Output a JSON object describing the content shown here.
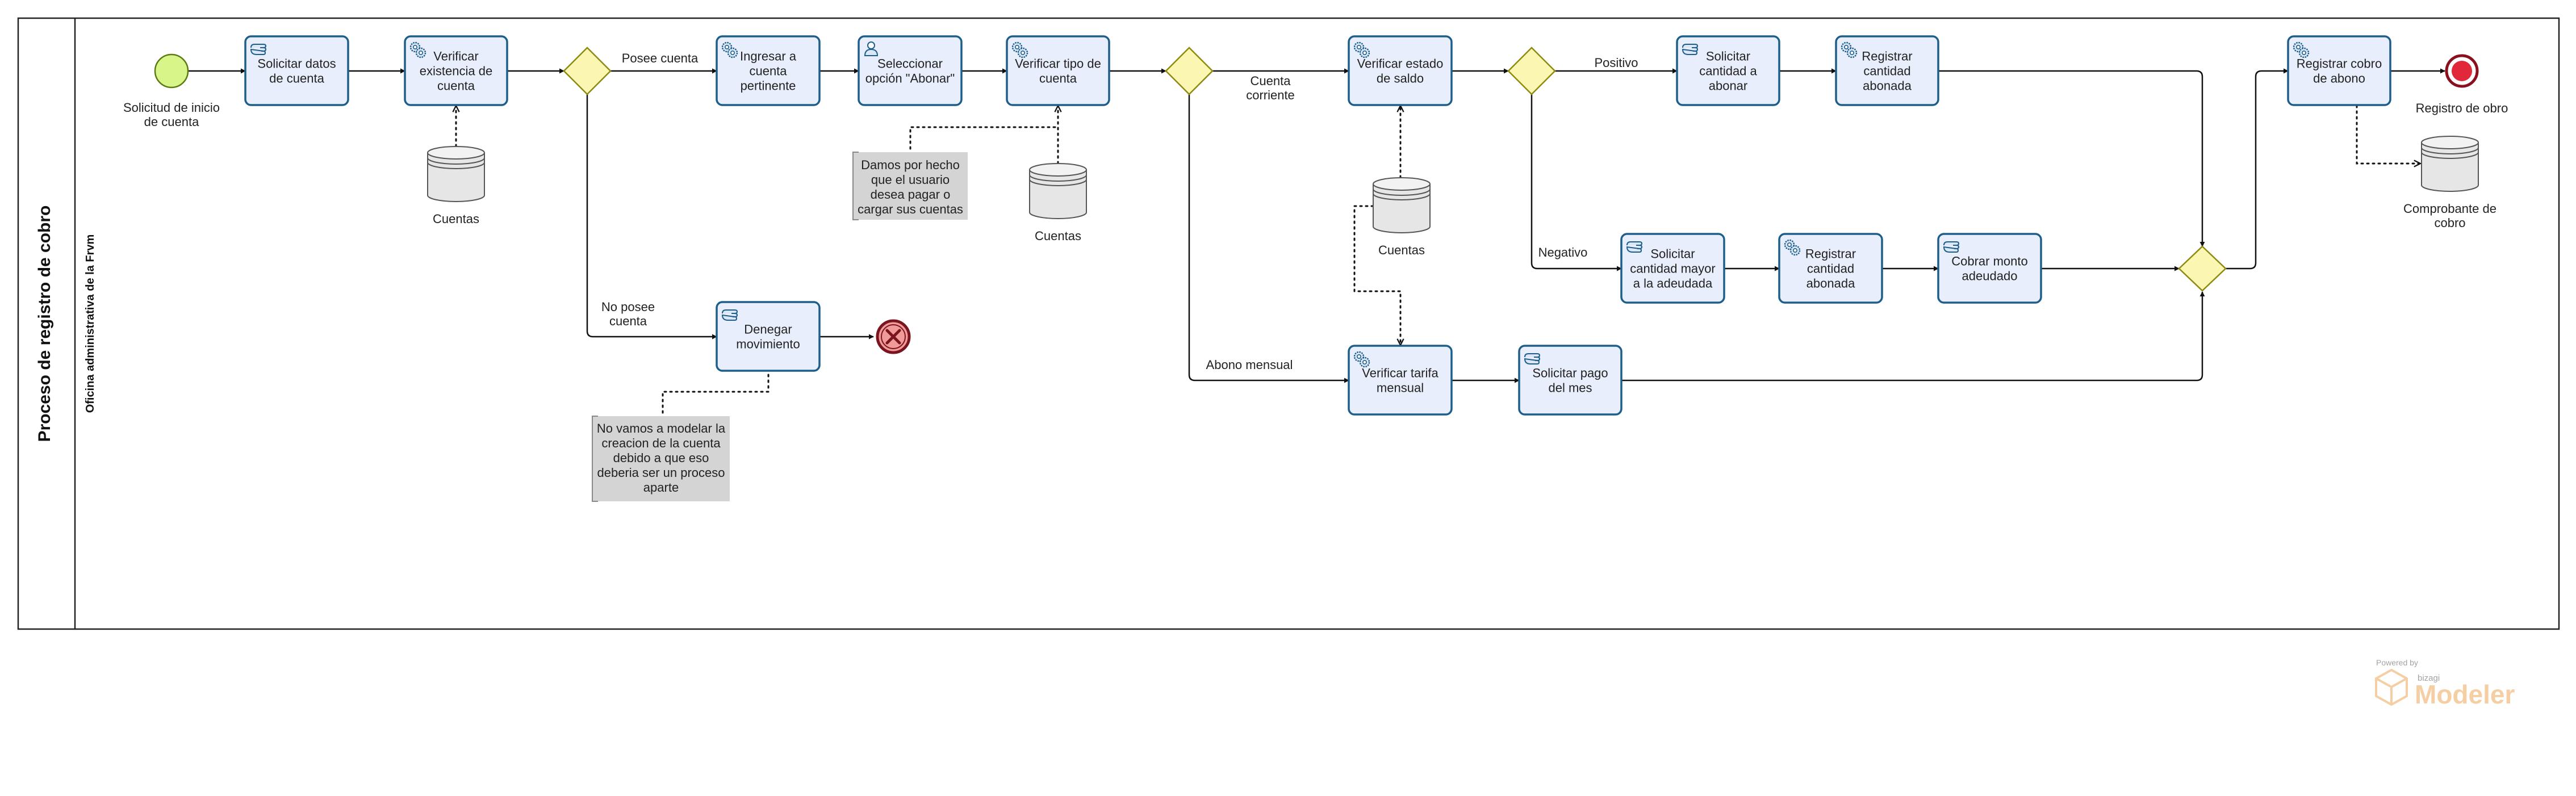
{
  "pool": {
    "label": "Proceso de registro de cobro"
  },
  "lane": {
    "label": "Oficina administrativa de la Frvm"
  },
  "events": {
    "start": [
      "Solicitud de inicio",
      "de cuenta"
    ],
    "end_ok": [
      "Registro de obro"
    ]
  },
  "tasks": {
    "solicitar_datos": [
      "Solicitar datos",
      "de cuenta"
    ],
    "verificar_existencia": [
      "Verificar",
      "existencia de",
      "cuenta"
    ],
    "ingresar_cuenta": [
      "Ingresar a",
      "cuenta",
      "pertinente"
    ],
    "seleccionar_opcion": [
      "Seleccionar",
      "opción \"Abonar\""
    ],
    "verificar_tipo": [
      "Verificar tipo de",
      "cuenta"
    ],
    "denegar": [
      "Denegar",
      "movimiento"
    ],
    "verificar_saldo": [
      "Verificar estado",
      "de saldo"
    ],
    "solicitar_cantidad": [
      "Solicitar",
      "cantidad a",
      "abonar"
    ],
    "registrar_cantidad_1": [
      "Registrar",
      "cantidad",
      "abonada"
    ],
    "solicitar_mayor": [
      "Solicitar",
      "cantidad mayor",
      "a la adeudada"
    ],
    "registrar_cantidad_2": [
      "Registrar",
      "cantidad",
      "abonada"
    ],
    "cobrar_monto": [
      "Cobrar monto",
      "adeudado"
    ],
    "verificar_tarifa": [
      "Verificar tarifa",
      "mensual"
    ],
    "solicitar_pago": [
      "Solicitar pago",
      "del mes"
    ],
    "registrar_cobro": [
      "Registrar cobro",
      "de abono"
    ]
  },
  "data_stores": {
    "cuentas_1": [
      "Cuentas"
    ],
    "cuentas_2": [
      "Cuentas"
    ],
    "cuentas_3": [
      "Cuentas"
    ],
    "comprobante": [
      "Comprobante de",
      "cobro"
    ]
  },
  "flow_labels": {
    "posee_cuenta": [
      "Posee cuenta"
    ],
    "no_posee_cuenta": [
      "No posee",
      "cuenta"
    ],
    "cuenta_corriente": [
      "Cuenta",
      "corriente"
    ],
    "abono_mensual": [
      "Abono mensual"
    ],
    "positivo": [
      "Positivo"
    ],
    "negativo": [
      "Negativo"
    ]
  },
  "annotations": {
    "damos_por_hecho": [
      "Damos por hecho",
      "que el usuario",
      "desea pagar o",
      "cargar sus cuentas"
    ],
    "no_vamos": [
      "No vamos a modelar la",
      "creacion de la cuenta",
      "debido a que eso",
      "deberia ser un proceso",
      "aparte"
    ]
  },
  "task_types": {
    "solicitar_datos": "manual",
    "verificar_existencia": "service",
    "ingresar_cuenta": "service",
    "seleccionar_opcion": "user",
    "verificar_tipo": "service",
    "denegar": "manual",
    "verificar_saldo": "service",
    "solicitar_cantidad": "manual",
    "registrar_cantidad_1": "service",
    "solicitar_mayor": "manual",
    "registrar_cantidad_2": "service",
    "cobrar_monto": "manual",
    "verificar_tarifa": "service",
    "solicitar_pago": "manual",
    "registrar_cobro": "service"
  },
  "watermark": {
    "powered": "Powered by",
    "brand": "bizagi",
    "product": "Modeler"
  },
  "colors": {
    "task_fill": "#e8eefb",
    "task_stroke": "#1d5f8a",
    "gateway_fill": "#fbf7b3",
    "start_fill": "#d8f58a",
    "end_fill": "#e0283a",
    "error_fill": "#f19a9a",
    "annotation_fill": "#d4d4d4",
    "watermark": "#f6c99a"
  }
}
